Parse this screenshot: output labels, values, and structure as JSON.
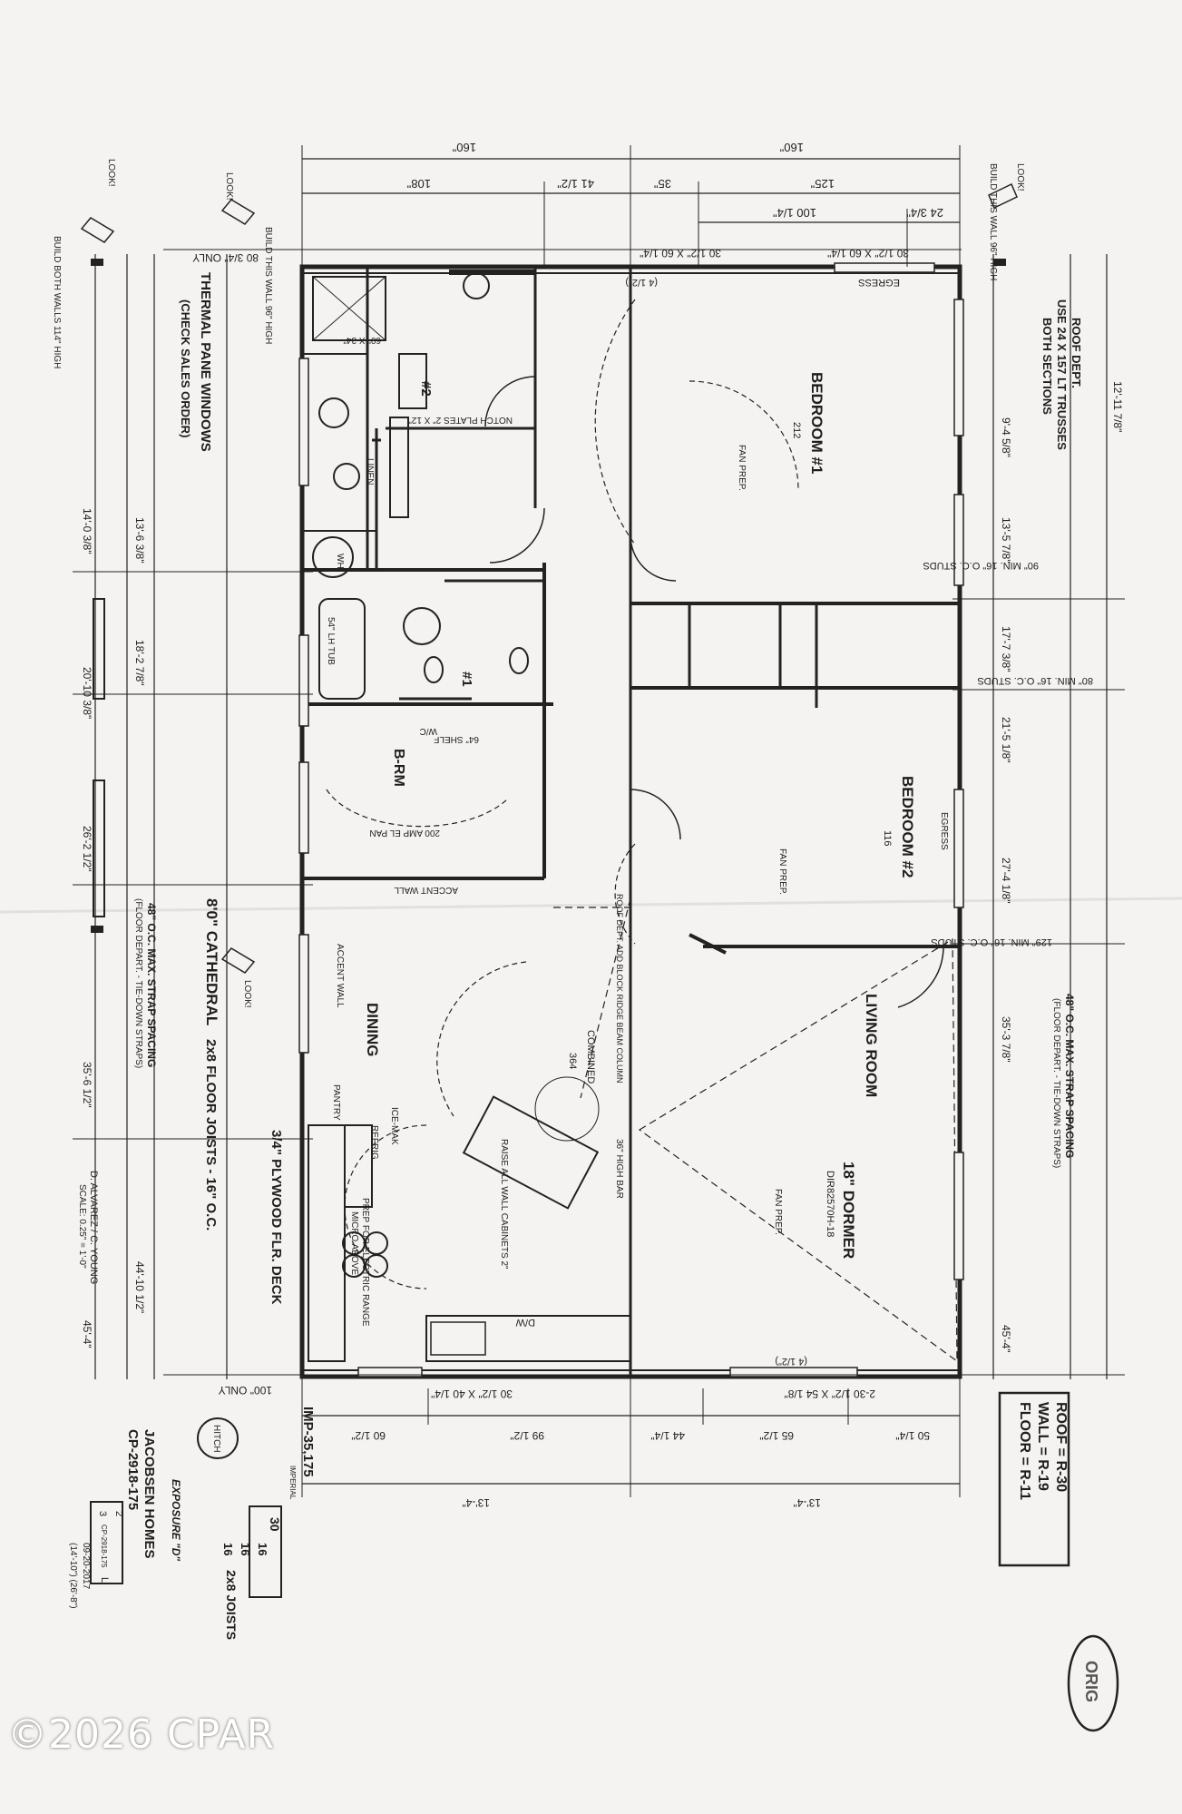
{
  "colors": {
    "paper": "#f4f3f1",
    "ink": "#222222",
    "background": "#58544c"
  },
  "rooms": {
    "bedroom1": "BEDROOM #1",
    "bedroom1_size": "212",
    "bedroom2": "BEDROOM #2",
    "bedroom2_size": "116",
    "living": "LIVING ROOM",
    "dining": "DINING",
    "brm": "B-RM",
    "bath1": "#1",
    "bath2": "#2",
    "combined": "COMBINED",
    "combined_size": "364",
    "dormer": "18\" DORMER",
    "dormer_code": "DIR82570H-18"
  },
  "top_dims": {
    "total_left": "160\"",
    "total_right": "160\"",
    "d108": "108\"",
    "d41": "41 1/2\"",
    "d35": "35\"",
    "d125": "125\"",
    "d100": "100 1/4\"",
    "d24": "24 3/4\"",
    "d80": "80 3/4\" ONLY",
    "w1": "30 1/2\" X 60 1/4\"",
    "w2": "30 1/2\" X 60 1/4\"",
    "w3": "(4 1/2\")"
  },
  "bottom_dims": {
    "d60": "60 1/2\"",
    "d99": "99 1/2\"",
    "d44": "44 1/4\"",
    "d65": "65 1/2\"",
    "d50": "50 1/4\"",
    "half_left": "13'-4\"",
    "half_right": "13'-4\"",
    "d100only": "100\" ONLY",
    "w1": "30 1/2\" X 40 1/4\"",
    "w2": "2-30 1/2\" X 54 1/8\"",
    "w3": "(4 1/2\")"
  },
  "left_notes": {
    "thermal": "THERMAL PANE WINDOWS",
    "check": "(CHECK SALES ORDER)",
    "cathedral": "8'0\" CATHEDRAL",
    "joists": "2x8 FLOOR JOISTS - 16\" O.C.",
    "plywood": "3/4\" PLYWOOD FLR. DECK",
    "strap": "48\" O.C. MAX. STRAP SPACING",
    "strap_sub": "(FLOOR DEPART. - TIE-DOWN STRAPS)",
    "build": "BUILD BOTH WALLS 114\" HIGH",
    "build96": "BUILD THIS WALL 96\" HIGH",
    "look": "LOOK!",
    "drafter": "D. ALVAREZ / C. YOUNG",
    "scale": "SCALE: 0.25\" = 1'-0\""
  },
  "right_notes": {
    "roof_dept": "ROOF DEPT.",
    "trusses": "USE 24 X 157 LT TRUSSES",
    "both": "BOTH SECTIONS",
    "build96": "BUILD THIS WALL 96\" HIGH",
    "look": "LOOK!",
    "studs90": "90\" MIN. 16\" O.C. STUDS",
    "studs80": "80\" MIN. 16\" O.C. STUDS",
    "studs129": "129\" MIN. 16\" O.C. STUDS",
    "strap": "48\" O.C. MAX. STRAP SPACING",
    "strap_sub": "(FLOOR DEPART. - TIE-DOWN STRAPS)"
  },
  "left_dims": [
    "14'-0 3/8\"",
    "13'-6 3/8\"",
    "18'-2 7/8\"",
    "20'-10 3/8\"",
    "26'-2 1/2\"",
    "35'-6 1/2\"",
    "44'-10 1/2\"",
    "45'-4\""
  ],
  "right_dims": [
    "12'-11 7/8\"",
    "9'-4 5/8\"",
    "13'-5 7/8\"",
    "17'-7 3/8\"",
    "21'-5 1/8\"",
    "27'-4 1/8\"",
    "35'-3 7/8\"",
    "45'-4\""
  ],
  "insulation": {
    "roof": "ROOF = R-30",
    "wall": "WALL = R-19",
    "floor": "FLOOR = R-11"
  },
  "title_block": {
    "company": "JACOBSEN HOMES",
    "plan": "CP-2918-175",
    "model": "IMP-35,175",
    "series": "IMPERIAL",
    "width": "30",
    "hitch": "HITCH",
    "exposure": "EXPOSURE \"D\"",
    "joists": "2x8 JOISTS",
    "date": "09-20-2017",
    "sizes": "(14'-10\")  (26'-8\")",
    "rev_a": "2",
    "rev_b": "3",
    "rev_code": "CP-2918-175",
    "rev_mark": "L",
    "num1": "16",
    "num2": "16",
    "num3": "16"
  },
  "stamp": "ORIG",
  "watermark": "©2026 CPAR",
  "fixtures": {
    "range": "PREP FOR ELECTRIC RANGE",
    "micro": "MICRO ABOVE",
    "dw": "D/W",
    "refrig": "REFRIG.",
    "icemak": "ICE-MAK",
    "pantry": "PANTRY",
    "panel": "200 AMP EL PAN",
    "shelf": "64\" SHELF",
    "tub": "54\" LH TUB",
    "shower": "60\" X 34\"",
    "accent": "ACCENT WALL",
    "bar": "36\" HIGH BAR",
    "fan": "FAN PREP.",
    "egress": "EGRESS",
    "cabinets": "RAISE ALL WALL CABINETS 2\"",
    "notch": "NOTCH PLATES 2\" X 12\"",
    "beam": "ROOF DEPT. ADD BLOCK RIDGE BEAM COLUMN",
    "wh": "WH",
    "wc": "W/C",
    "linen": "LINEN"
  }
}
